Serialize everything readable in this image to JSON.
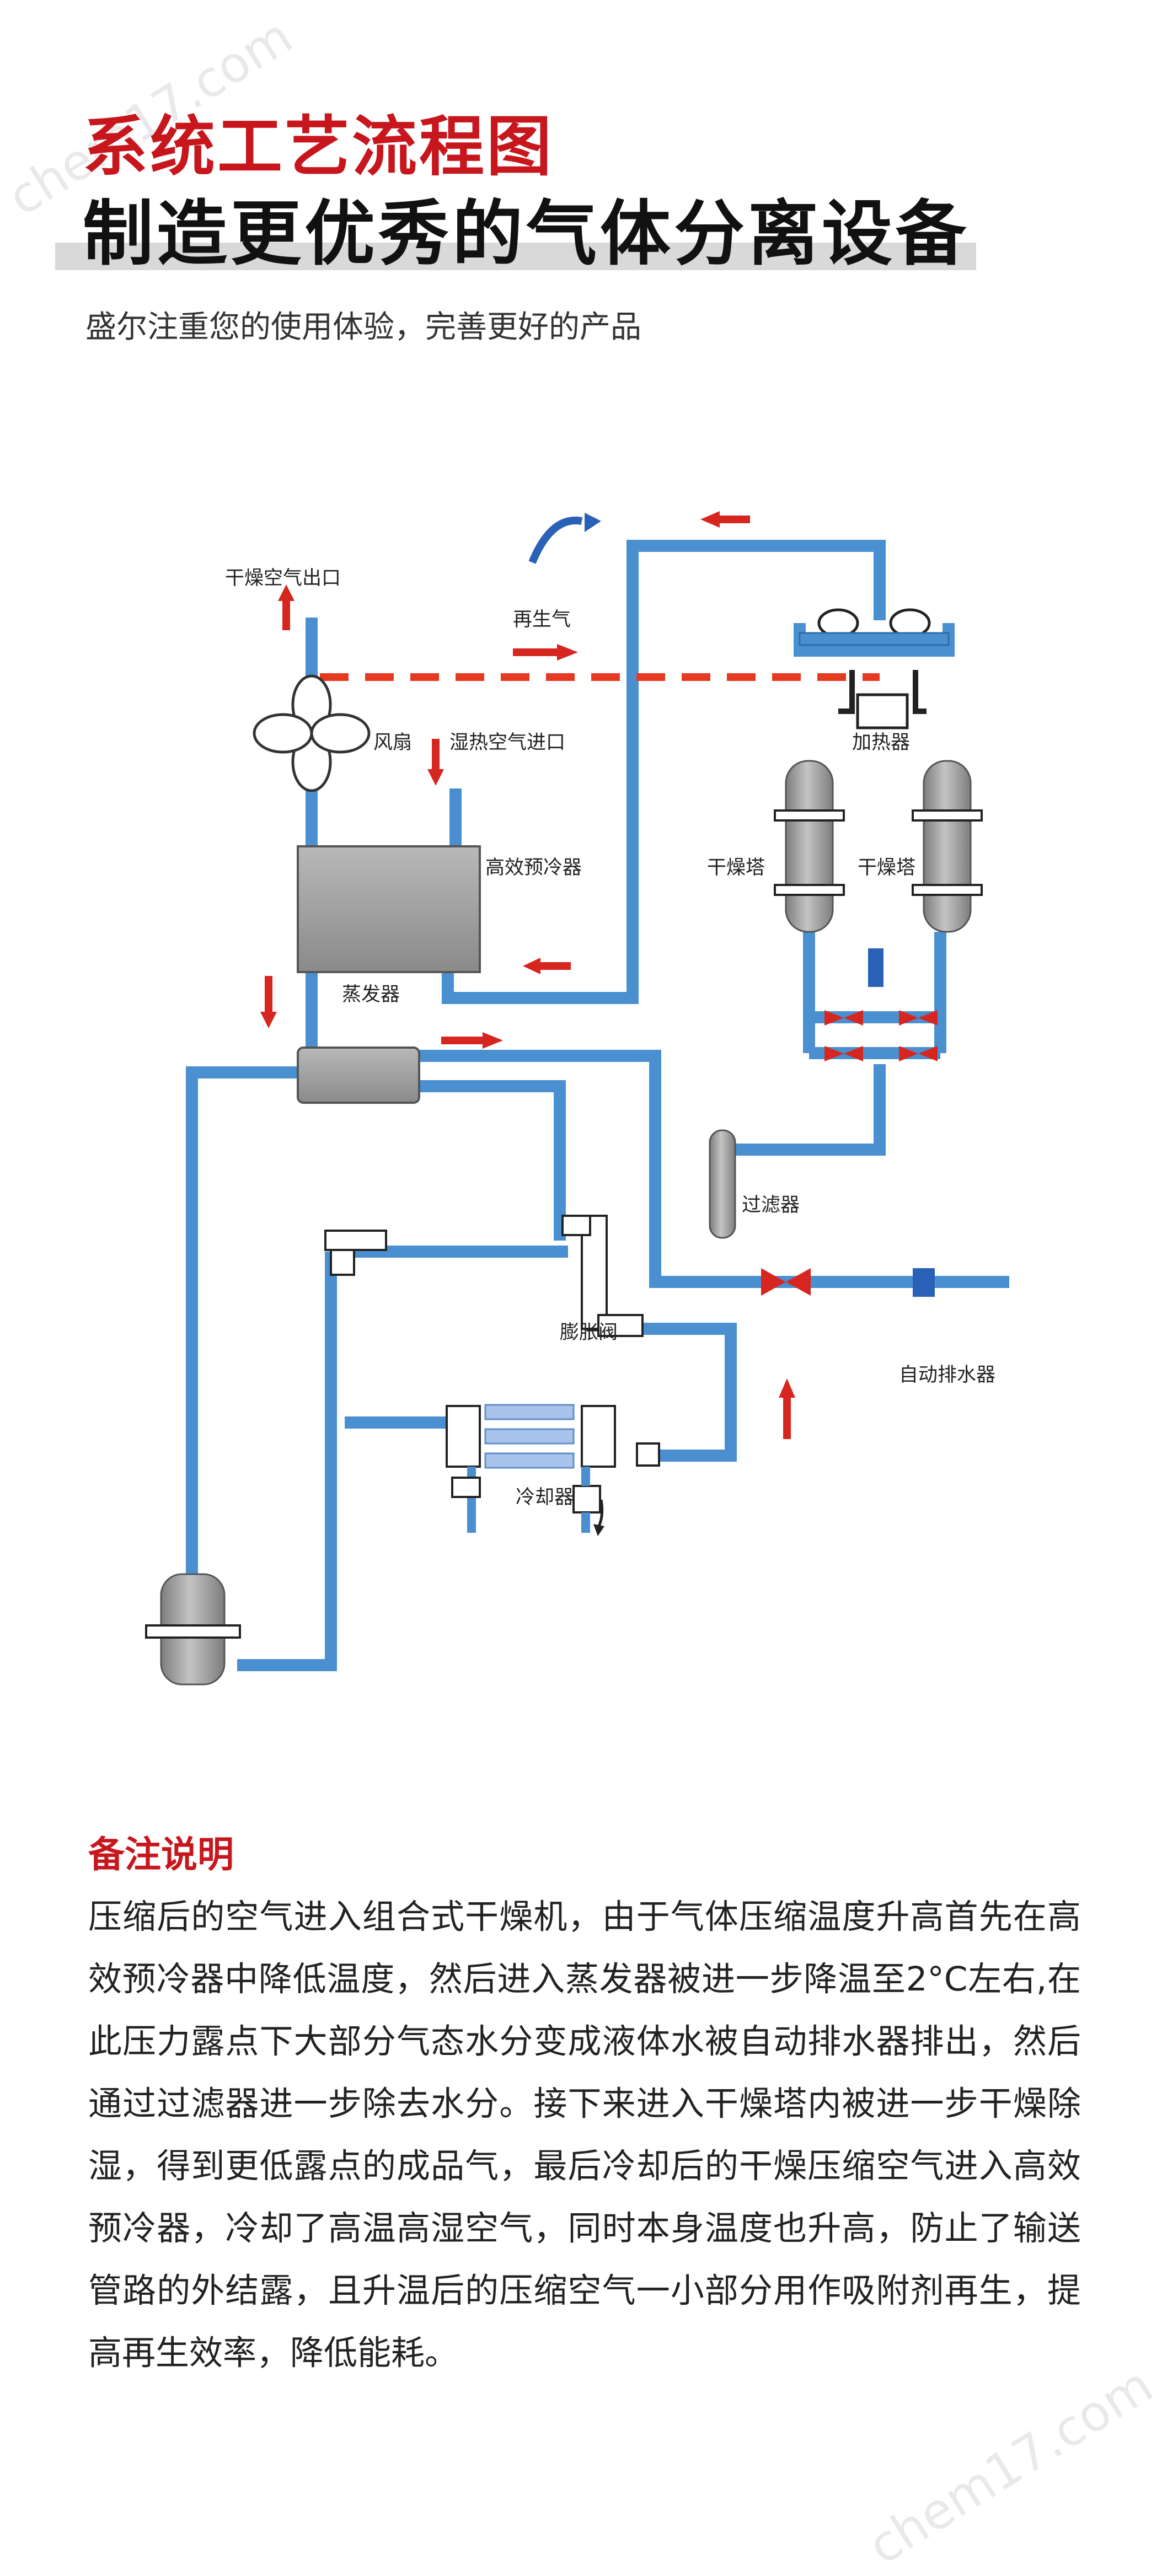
{
  "header": {
    "title": "系统工艺流程图",
    "subtitle": "制造更优秀的气体分离设备",
    "tagline": "盛尔注重您的使用体验，完善更好的产品"
  },
  "watermark": "chem17.com",
  "diagram": {
    "labels": {
      "dry_air_outlet": "干燥空气出口",
      "regen_gas": "再生气",
      "fan": "风扇",
      "wet_air_inlet": "湿热空气进口",
      "heater": "加热器",
      "precooler": "高效预冷器",
      "tower_left": "干燥塔",
      "tower_right": "干燥塔",
      "evaporator": "蒸发器",
      "filter": "过滤器",
      "expansion_valve": "膨胀阀",
      "auto_drain": "自动排水器",
      "cooler": "冷却器"
    },
    "colors": {
      "pipe": "#4a90d0",
      "pipe_edge": "#2c6ea8",
      "arrow": "#d7261f",
      "vessel": "#9a9a9a",
      "dashed": "#e53a1f"
    }
  },
  "notes": {
    "heading": "备注说明",
    "body": "压缩后的空气进入组合式干燥机，由于气体压缩温度升高首先在高效预冷器中降低温度，然后进入蒸发器被进一步降温至2°C左右,在此压力露点下大部分气态水分变成液体水被自动排水器排出，然后通过过滤器进一步除去水分。接下来进入干燥塔内被进一步干燥除湿，得到更低露点的成品气，最后冷却后的干燥压缩空气进入高效预冷器，冷却了高温高湿空气，同时本身温度也升高，防止了输送管路的外结露，且升温后的压缩空气一小部分用作吸附剂再生，提高再生效率，降低能耗。"
  }
}
